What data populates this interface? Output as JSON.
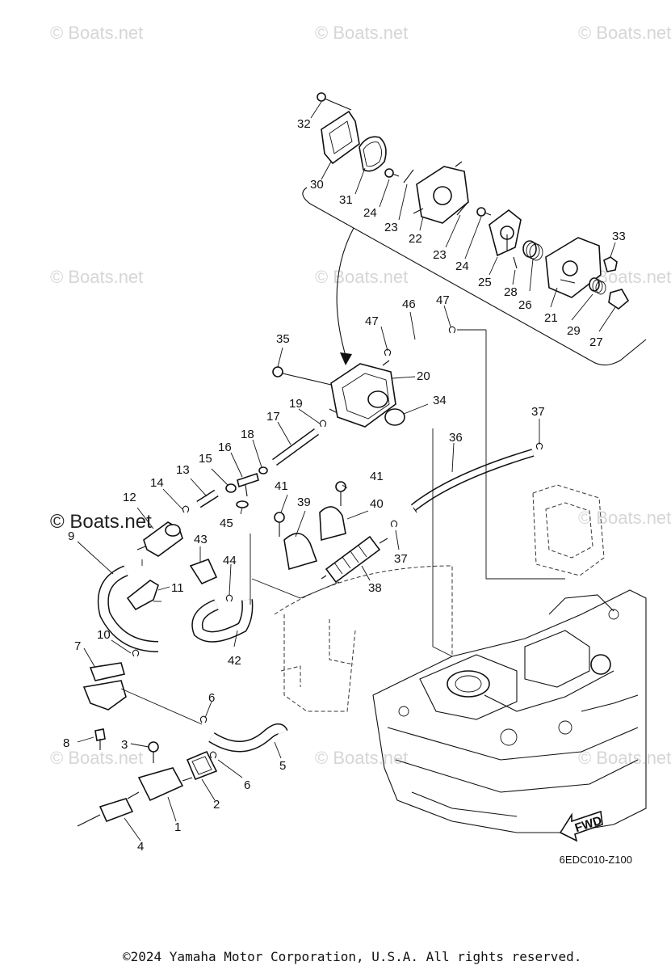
{
  "watermarks": [
    "© Boats.net",
    "© Boats.net",
    "© Boats.net",
    "© Boats.net",
    "© Boats.net",
    "© Boats.net",
    "© Boats.net",
    "© Boats.net",
    "© Boats.net",
    "© Boats.net"
  ],
  "watermark_strong": "© Boats.net",
  "fwd_label": "FWD",
  "diagram_code": "6EDC010-Z100",
  "copyright": "©2024 Yamaha Motor Corporation, U.S.A. All rights reserved.",
  "callouts": [
    {
      "id": "32",
      "label": "32"
    },
    {
      "id": "30",
      "label": "30"
    },
    {
      "id": "31",
      "label": "31"
    },
    {
      "id": "24a",
      "label": "24"
    },
    {
      "id": "23a",
      "label": "23"
    },
    {
      "id": "22",
      "label": "22"
    },
    {
      "id": "23b",
      "label": "23"
    },
    {
      "id": "24b",
      "label": "24"
    },
    {
      "id": "25",
      "label": "25"
    },
    {
      "id": "28",
      "label": "28"
    },
    {
      "id": "26",
      "label": "26"
    },
    {
      "id": "21",
      "label": "21"
    },
    {
      "id": "29",
      "label": "29"
    },
    {
      "id": "27",
      "label": "27"
    },
    {
      "id": "33",
      "label": "33"
    },
    {
      "id": "46",
      "label": "46"
    },
    {
      "id": "47a",
      "label": "47"
    },
    {
      "id": "47b",
      "label": "47"
    },
    {
      "id": "35",
      "label": "35"
    },
    {
      "id": "20",
      "label": "20"
    },
    {
      "id": "34",
      "label": "34"
    },
    {
      "id": "19",
      "label": "19"
    },
    {
      "id": "17",
      "label": "17"
    },
    {
      "id": "36",
      "label": "36"
    },
    {
      "id": "37a",
      "label": "37"
    },
    {
      "id": "18",
      "label": "18"
    },
    {
      "id": "16",
      "label": "16"
    },
    {
      "id": "15",
      "label": "15"
    },
    {
      "id": "13",
      "label": "13"
    },
    {
      "id": "14",
      "label": "14"
    },
    {
      "id": "12",
      "label": "12"
    },
    {
      "id": "45",
      "label": "45"
    },
    {
      "id": "41a",
      "label": "41"
    },
    {
      "id": "41b",
      "label": "41"
    },
    {
      "id": "39",
      "label": "39"
    },
    {
      "id": "40",
      "label": "40"
    },
    {
      "id": "37b",
      "label": "37"
    },
    {
      "id": "9",
      "label": "9"
    },
    {
      "id": "11",
      "label": "11"
    },
    {
      "id": "43",
      "label": "43"
    },
    {
      "id": "44",
      "label": "44"
    },
    {
      "id": "38",
      "label": "38"
    },
    {
      "id": "10",
      "label": "10"
    },
    {
      "id": "7",
      "label": "7"
    },
    {
      "id": "42",
      "label": "42"
    },
    {
      "id": "6a",
      "label": "6"
    },
    {
      "id": "8",
      "label": "8"
    },
    {
      "id": "3",
      "label": "3"
    },
    {
      "id": "5",
      "label": "5"
    },
    {
      "id": "6b",
      "label": "6"
    },
    {
      "id": "2",
      "label": "2"
    },
    {
      "id": "1",
      "label": "1"
    },
    {
      "id": "4",
      "label": "4"
    }
  ]
}
